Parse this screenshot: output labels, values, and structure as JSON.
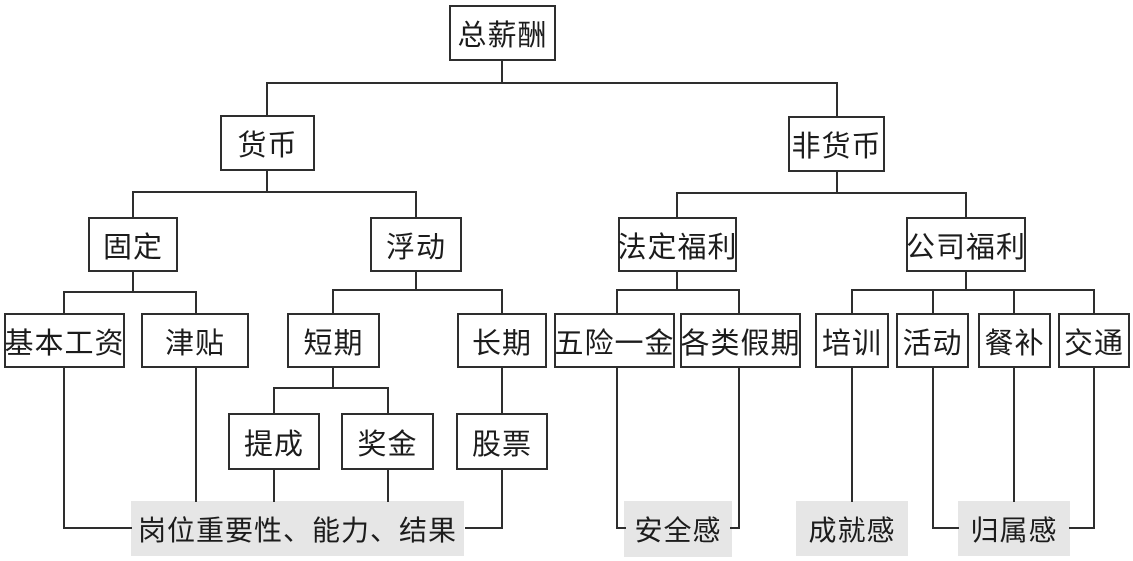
{
  "diagram": {
    "title": "总薪酬",
    "type": "tree",
    "nodes": {
      "root": {
        "label": "总薪酬"
      },
      "monetary": {
        "label": "货币"
      },
      "non_monetary": {
        "label": "非货币"
      },
      "fixed": {
        "label": "固定"
      },
      "variable": {
        "label": "浮动"
      },
      "statutory": {
        "label": "法定福利"
      },
      "company": {
        "label": "公司福利"
      },
      "base_salary": {
        "label": "基本工资"
      },
      "allowance": {
        "label": "津贴"
      },
      "short_term": {
        "label": "短期"
      },
      "long_term": {
        "label": "长期"
      },
      "five_insurances": {
        "label": "五险一金"
      },
      "holidays": {
        "label": "各类假期"
      },
      "training": {
        "label": "培训"
      },
      "activities": {
        "label": "活动"
      },
      "meal_subsidy": {
        "label": "餐补"
      },
      "transport": {
        "label": "交通"
      },
      "commission": {
        "label": "提成"
      },
      "bonus": {
        "label": "奖金"
      },
      "stock": {
        "label": "股票"
      }
    },
    "notes": {
      "performance": {
        "label": "岗位重要性、能力、结果"
      },
      "security": {
        "label": "安全感"
      },
      "achievement": {
        "label": "成就感"
      },
      "belonging": {
        "label": "归属感"
      }
    },
    "edges": [
      [
        "root",
        "monetary"
      ],
      [
        "root",
        "non_monetary"
      ],
      [
        "monetary",
        "fixed"
      ],
      [
        "monetary",
        "variable"
      ],
      [
        "non_monetary",
        "statutory"
      ],
      [
        "non_monetary",
        "company"
      ],
      [
        "fixed",
        "base_salary"
      ],
      [
        "fixed",
        "allowance"
      ],
      [
        "variable",
        "short_term"
      ],
      [
        "variable",
        "long_term"
      ],
      [
        "short_term",
        "commission"
      ],
      [
        "short_term",
        "bonus"
      ],
      [
        "long_term",
        "stock"
      ],
      [
        "statutory",
        "five_insurances"
      ],
      [
        "statutory",
        "holidays"
      ],
      [
        "company",
        "training"
      ],
      [
        "company",
        "activities"
      ],
      [
        "company",
        "meal_subsidy"
      ],
      [
        "company",
        "transport"
      ],
      [
        "base_salary",
        "performance"
      ],
      [
        "allowance",
        "performance"
      ],
      [
        "commission",
        "performance"
      ],
      [
        "bonus",
        "performance"
      ],
      [
        "stock",
        "performance"
      ],
      [
        "five_insurances",
        "security"
      ],
      [
        "holidays",
        "security"
      ],
      [
        "training",
        "achievement"
      ],
      [
        "activities",
        "belonging"
      ],
      [
        "meal_subsidy",
        "belonging"
      ],
      [
        "transport",
        "belonging"
      ]
    ],
    "colors": {
      "line": "#2e2e2e",
      "box_border": "#2e2e2e",
      "box_fill": "#ffffff",
      "note_fill": "#e6e6e6",
      "text": "#1c1c1c",
      "background": "#ffffff"
    }
  }
}
